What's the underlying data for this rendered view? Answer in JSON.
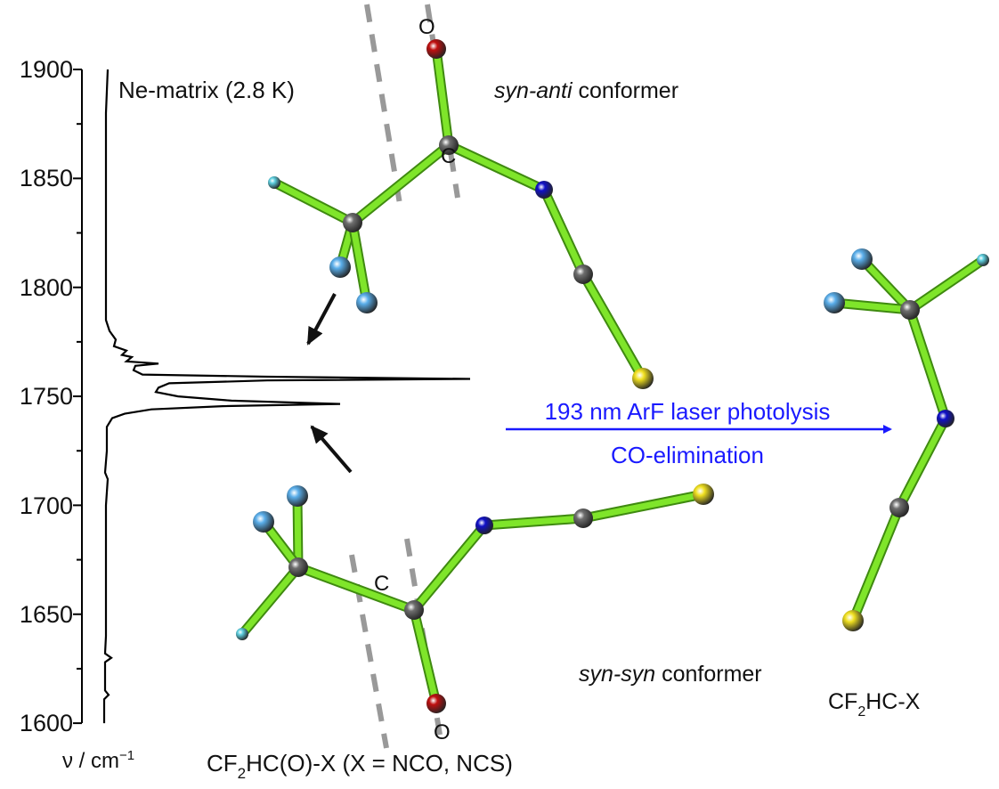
{
  "axis": {
    "ticks": [
      "1900",
      "1850",
      "1800",
      "1750",
      "1700",
      "1650",
      "1600"
    ],
    "label": "ν / cm",
    "label_sup": "−1",
    "range": [
      1600,
      1900
    ]
  },
  "spectrum": {
    "label": "Ne-matrix (2.8 K)",
    "peaks_cm1": [
      1758,
      1746,
      1765,
      1630
    ]
  },
  "syn_anti": {
    "italic": "syn-anti",
    "rest": " conformer",
    "atom_c": "C",
    "atom_o": "O"
  },
  "syn_syn": {
    "italic": "syn-syn",
    "rest": " conformer",
    "atom_c": "C",
    "atom_o": "O"
  },
  "reactant": {
    "pre": "CF",
    "sub": "2",
    "post": "HC(O)-X (X = NCO, NCS)"
  },
  "product": {
    "pre": "CF",
    "sub": "2",
    "post": "HC-X"
  },
  "reaction": {
    "line1": "193 nm ArF laser photolysis",
    "line2": "CO-elimination"
  },
  "colors": {
    "bond": "#7fe52a",
    "carbon": "#6e6e6e",
    "fluorine": "#5aaeea",
    "hydrogen": "#5ed0e0",
    "nitrogen": "#1010c8",
    "oxygen": "#c01010",
    "sulfur": "#f0e020",
    "arrow_blue": "#1a1aff"
  }
}
